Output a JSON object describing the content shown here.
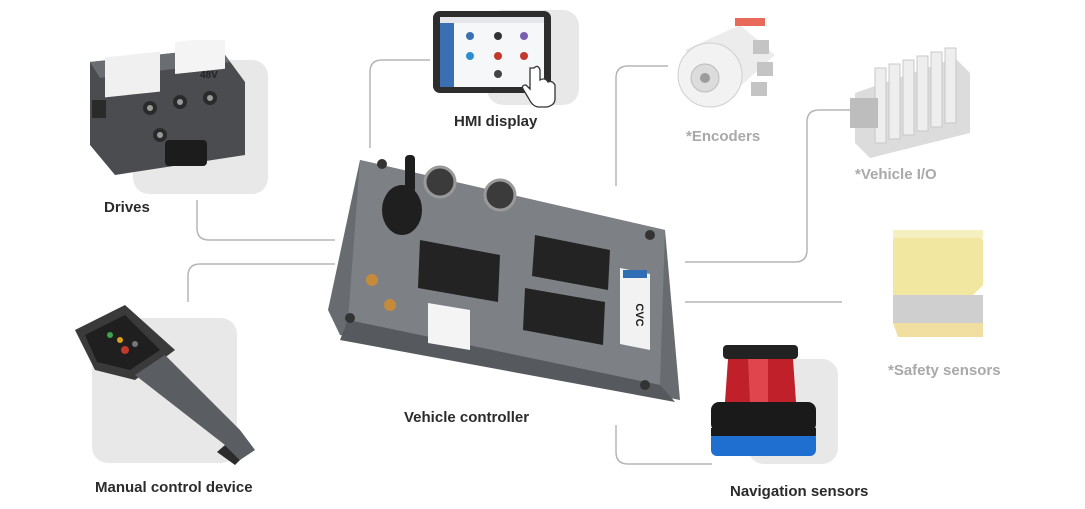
{
  "diagram": {
    "center": {
      "label": "Vehicle controller",
      "badge_text": "CVC"
    },
    "devices": {
      "hmi": {
        "label": "HMI display"
      },
      "drives": {
        "label": "Drives",
        "voltage_text": "48V"
      },
      "manual": {
        "label": "Manual control device"
      },
      "encoders": {
        "label": "*Encoders"
      },
      "vehicle_io": {
        "label": "*Vehicle I/O"
      },
      "safety": {
        "label": "*Safety sensors"
      },
      "navigation": {
        "label": "Navigation sensors"
      }
    },
    "colors": {
      "connector_line": "#b5b5b5",
      "card_background": "#e8e8e8",
      "label_primary": "#2b2b2b",
      "label_optional": "#a9a9a9",
      "controller_body": "#7d8084",
      "nav_sensor_red": "#c0202a",
      "nav_sensor_blue": "#1e6fd0",
      "safety_sensor_yellow": "#f2e7a0"
    }
  }
}
